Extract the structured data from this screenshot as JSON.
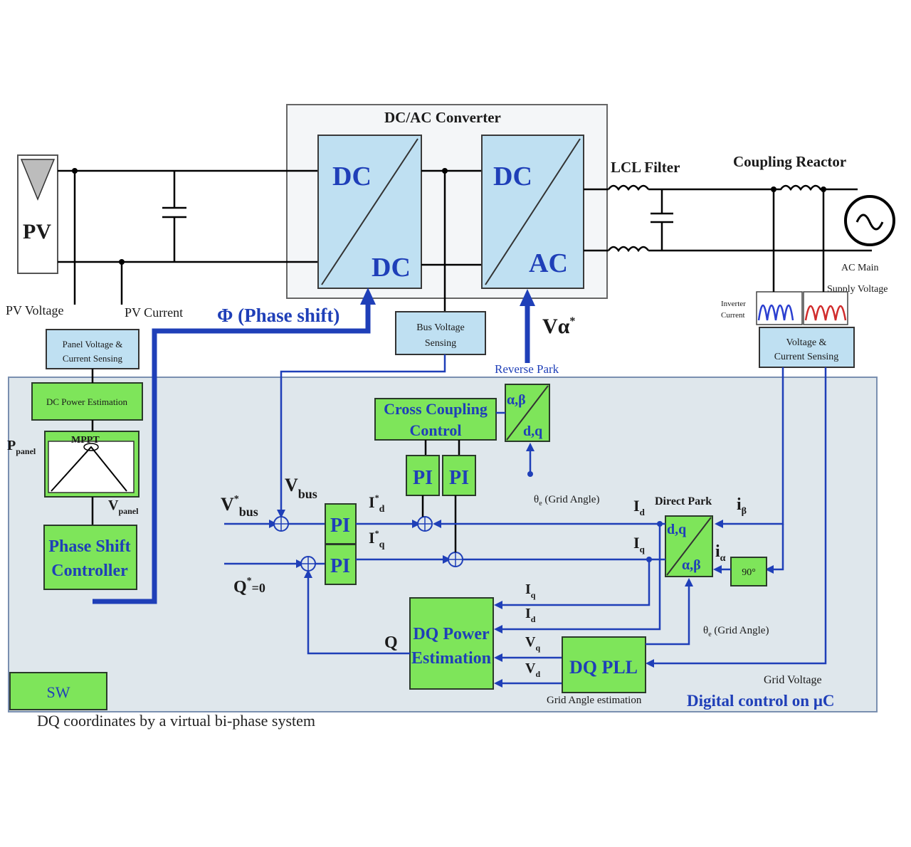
{
  "caption": "DQ coordinates by a virtual bi-phase system",
  "power_stage": {
    "pv_label": "PV",
    "converter_title": "DC/AC  Converter",
    "dcdc_in": "DC",
    "dcdc_out": "DC",
    "dcac_in": "DC",
    "dcac_out": "AC",
    "lcl_filter": "LCL Filter",
    "coupling_reactor": "Coupling Reactor",
    "ac_mains_line1": "AC Main",
    "ac_mains_line2": "Supply Voltage",
    "inverter_current_line1": "Inverter",
    "inverter_current_line2": "Current"
  },
  "labels": {
    "pv_voltage": "PV  Voltage",
    "pv_current": "PV Current",
    "phase_shift": "Φ (Phase shift)",
    "valpha_main": "Vα",
    "valpha_sup": "*",
    "reverse_park": "Reverse Park",
    "p_panel": "P",
    "p_panel_sub": "panel",
    "v_panel": "V",
    "v_panel_sub": "panel",
    "mppt": "MPPT",
    "vbus": "V",
    "vbus_sub": "bus",
    "vbus_ref": "V",
    "vbus_ref_sup": "*",
    "vbus_ref_sub": "bus",
    "q_ref": "Q",
    "q_ref_sup": "*",
    "q_ref_tail": "=0",
    "id_ref": "I",
    "id_ref_sup": "*",
    "id_ref_sub": "d",
    "iq_ref": "I",
    "iq_ref_sup": "*",
    "iq_ref_sub": "q",
    "theta_top": "θ",
    "theta_top_sub": "e",
    "theta_top_tail": " (Grid Angle)",
    "theta_bot": "θ",
    "theta_bot_sub": "e",
    "theta_bot_tail": " (Grid Angle)",
    "direct_park": "Direct Park",
    "id_out": "I",
    "id_out_sub": "d",
    "iq_out": "I",
    "iq_out_sub": "q",
    "i_beta": "i",
    "i_beta_sub": "β",
    "i_alpha": "i",
    "i_alpha_sub": "α",
    "q_fb": "Q",
    "iq_in": "I",
    "iq_in_sub": "q",
    "id_in": "I",
    "id_in_sub": "d",
    "vq_in": "V",
    "vq_in_sub": "q",
    "vd_in": "V",
    "vd_in_sub": "d",
    "grid_voltage": "Grid Voltage",
    "grid_angle_estimation": "Grid Angle estimation",
    "digital_control": "Digital control on μC"
  },
  "blocks": {
    "panel_sensing_line1": "Panel Voltage &",
    "panel_sensing_line2": "Current Sensing",
    "dc_power_estimation": "DC Power Estimation",
    "phase_shift_line1": "Phase Shift",
    "phase_shift_line2": "Controller",
    "bus_voltage_line1": "Bus Voltage",
    "bus_voltage_line2": "Sensing",
    "cross_coupling_line1": "Cross Coupling",
    "cross_coupling_line2": "Control",
    "pi": "PI",
    "reverse_park_top": "α,β",
    "reverse_park_bottom": "d,q",
    "direct_park_top": "d,q",
    "direct_park_bottom": "α,β",
    "shift_90": "90°",
    "dq_power_line1": "DQ Power",
    "dq_power_line2": "Estimation",
    "dq_pll": "DQ PLL",
    "vc_sensing_line1": "Voltage &",
    "vc_sensing_line2": "Current Sensing",
    "sw": "SW"
  },
  "colors": {
    "control_block": "#7ee55a",
    "converter_block": "#bfe0f2",
    "signal_blue": "#1f3fb8",
    "digital_area": "#dfe7ec"
  }
}
